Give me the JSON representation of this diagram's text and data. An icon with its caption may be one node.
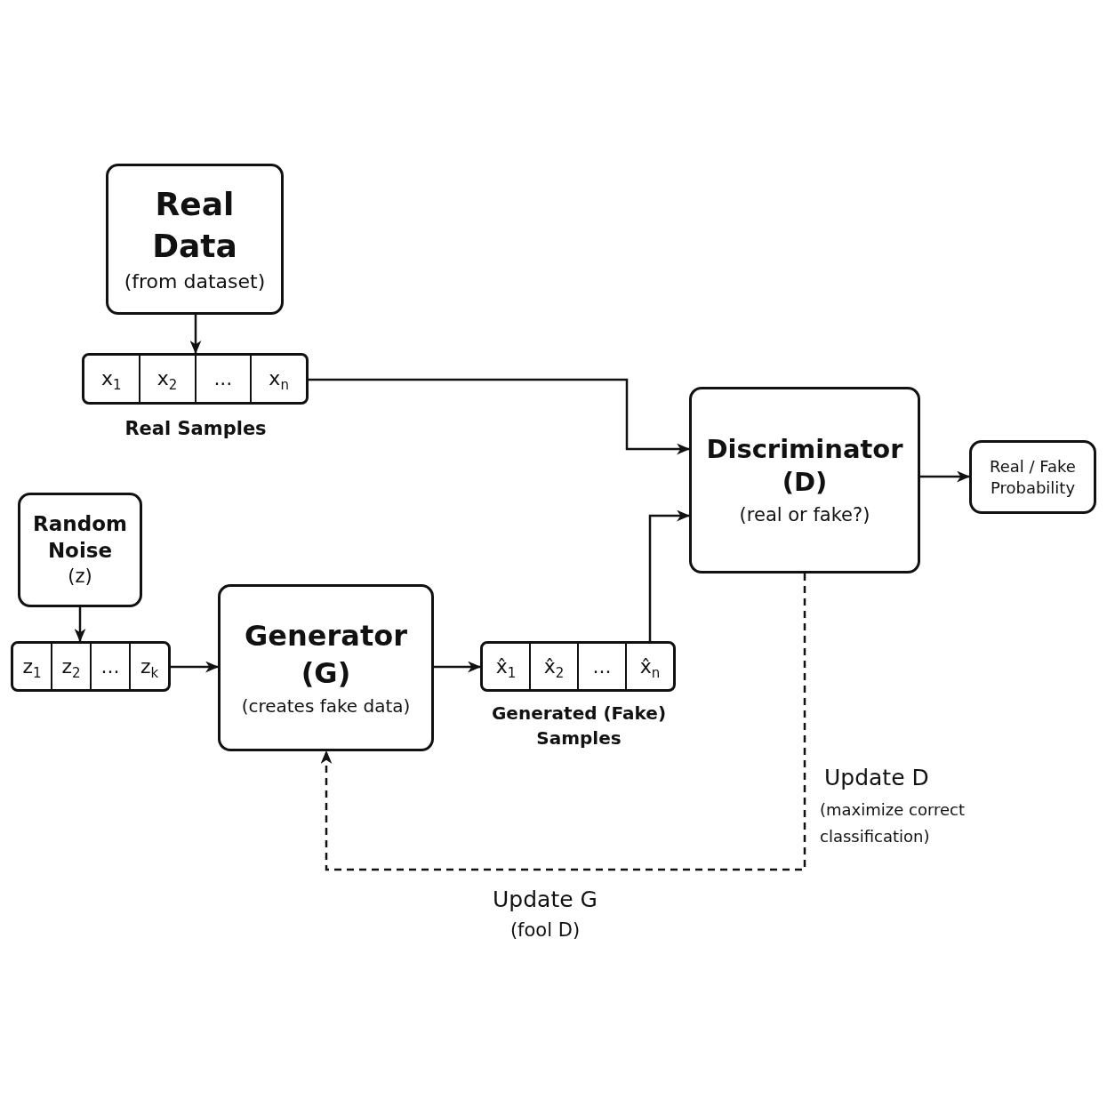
{
  "diagram": {
    "nodes": [
      {
        "text": [
          "Real Data",
          "(from dataset)"
        ]
      },
      {
        "text": [
          "x$_{1}$",
          "x$_{2}$",
          "...",
          "x$_{n}$"
        ],
        "beside": [
          "Real Samples"
        ]
      },
      {
        "text": [
          "Random Noise",
          "(z)"
        ]
      },
      {
        "text": [
          "z$_{1}$",
          "z$_{2}$",
          "...",
          "z$_{k}$"
        ]
      },
      {
        "text": [
          "Generator (G)",
          "(creates fake data)"
        ]
      },
      {
        "text": [
          "x̂$_{1}$",
          "x̂$_{2}$",
          "...",
          "x̂$_{n}$"
        ],
        "beside": [
          "Generated (Fake) Samples"
        ]
      },
      {
        "text": [
          "Discriminator (D)",
          "(real or fake?)"
        ]
      },
      {
        "text": [
          "Real / Fake Probability"
        ]
      }
    ],
    "edges": [
      {
        "from": 0,
        "to": 1,
        "arrow": "to"
      },
      {
        "from": 1,
        "to": 6,
        "arrow": "to"
      },
      {
        "from": 2,
        "to": 3,
        "arrow": "to"
      },
      {
        "from": 3,
        "to": 4,
        "arrow": "to"
      },
      {
        "from": 4,
        "to": 5,
        "arrow": "to"
      },
      {
        "from": 5,
        "to": 6,
        "arrow": "to"
      },
      {
        "from": 6,
        "to": 7,
        "arrow": "to"
      },
      {
        "from": 6,
        "to": 4,
        "arrow": "to",
        "style": "dashed"
      }
    ],
    "labels": [
      "Update D",
      "(maximize correct classification)",
      "Update G",
      "(fool D)"
    ]
  }
}
